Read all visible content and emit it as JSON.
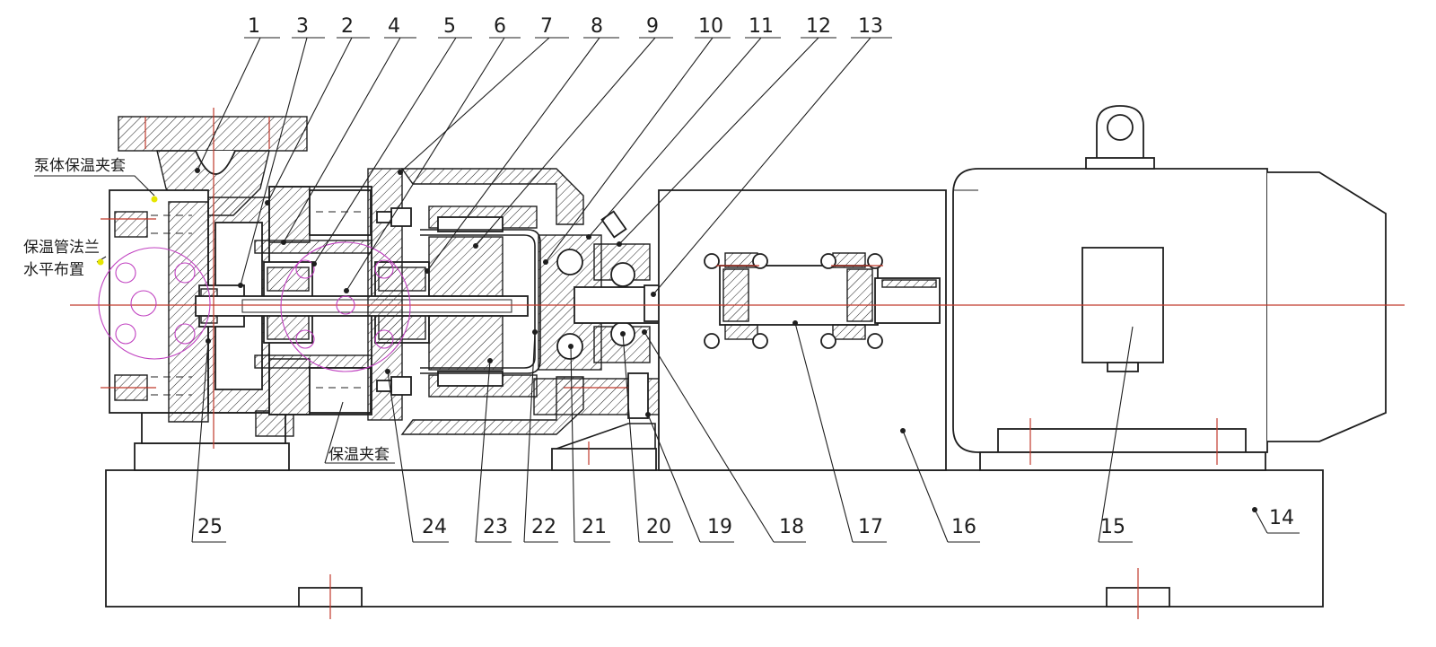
{
  "callout_numbers": {
    "top": [
      "1",
      "3",
      "2",
      "4",
      "5",
      "6",
      "7",
      "8",
      "9",
      "10",
      "11",
      "12",
      "13"
    ],
    "bottom": [
      "25",
      "24",
      "23",
      "22",
      "21",
      "20",
      "19",
      "18",
      "17",
      "16",
      "15",
      "14"
    ]
  },
  "annotations": {
    "pump_body_jacket": "泵体保温夹套",
    "pipe_flange_line1": "保温管法兰",
    "pipe_flange_line2": "水平布置",
    "jacket": "保温夹套"
  },
  "colors": {
    "line": "#1e1e1e",
    "centerline": "#c0392b",
    "construction_circles": "#c040c0",
    "marker": "#e6e600"
  }
}
